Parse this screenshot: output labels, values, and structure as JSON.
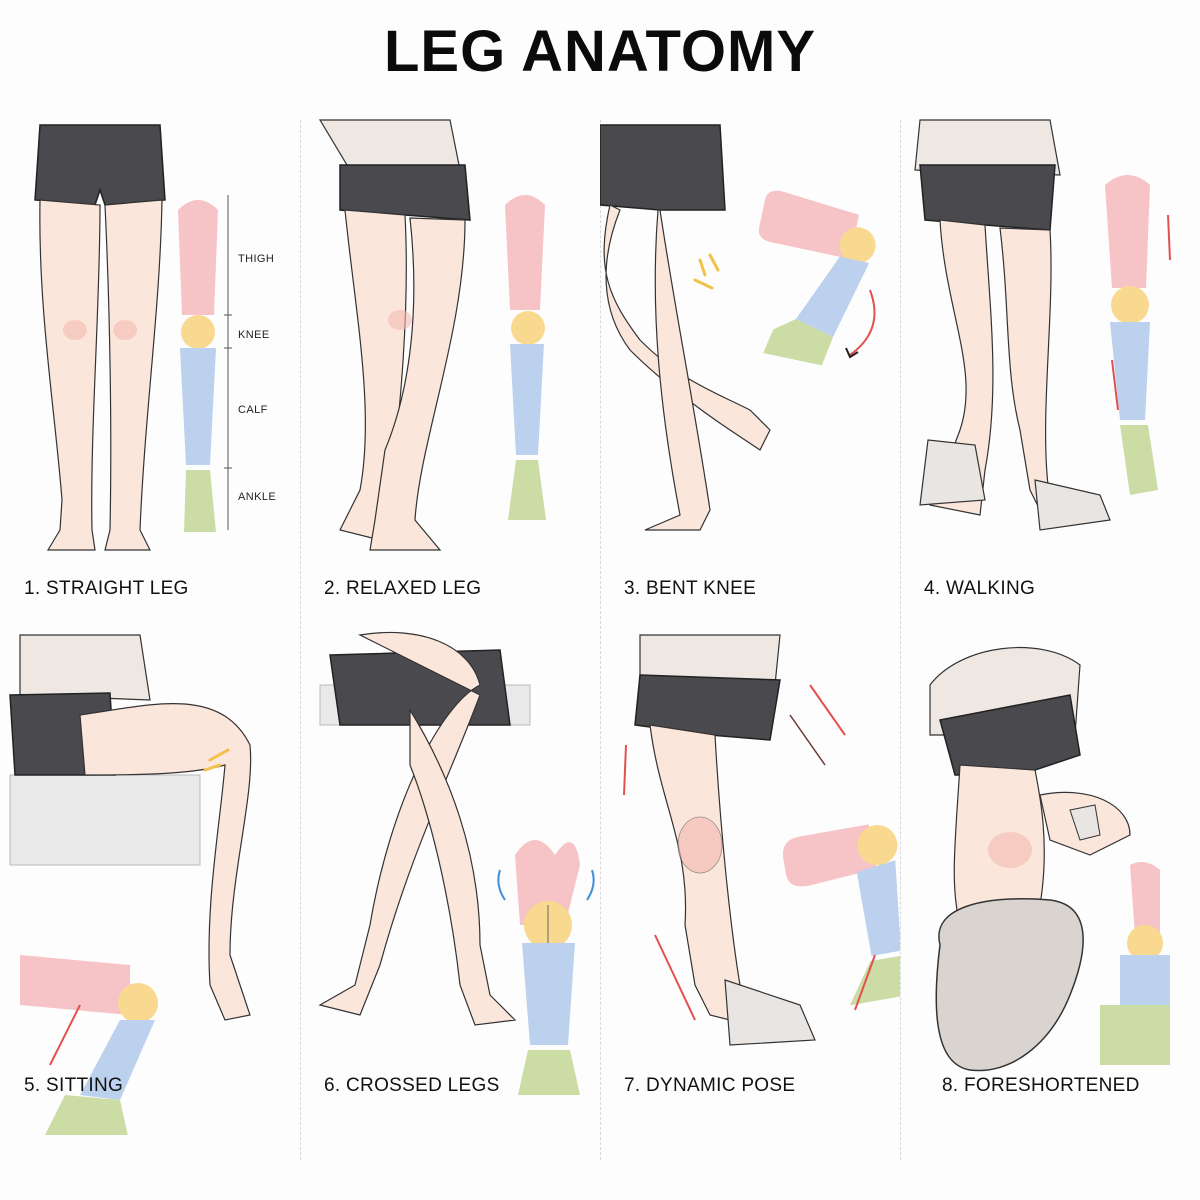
{
  "title": "LEG ANATOMY",
  "parts": {
    "thigh": "THIGH",
    "knee": "KNEE",
    "calf": "CALF",
    "ankle": "ANKLE"
  },
  "colors": {
    "thigh": "#f6c3c6",
    "knee": "#f8d98f",
    "calf": "#bcd1ee",
    "ankle": "#cbdca5",
    "skin": "#fbe6dc",
    "shorts": "#4a4a4e",
    "shirt": "#efe7e2",
    "arrow_red": "#e2514f",
    "arrow_blue": "#3f8fd6",
    "accent_yellow": "#f2c14a"
  },
  "poses": [
    {
      "caption": "1. STRAIGHT LEG"
    },
    {
      "caption": "2. RELAXED LEG"
    },
    {
      "caption": "3. BENT KNEE"
    },
    {
      "caption": "4. WALKING"
    },
    {
      "caption": "5. SITTING"
    },
    {
      "caption": "6. CROSSED LEGS"
    },
    {
      "caption": "7. DYNAMIC POSE"
    },
    {
      "caption": "8. FORESHORTENED"
    }
  ]
}
